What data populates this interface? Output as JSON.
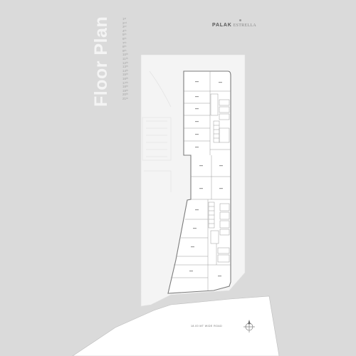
{
  "title": "Floor Plan",
  "floors": [
    "1ˢᵗ",
    "2ⁿᵈ",
    "3ʳᵈ",
    "4ᵗʰ",
    "5ᵗʰ",
    "6ᵗʰ",
    "7ᵗʰ",
    "8ᵗʰ",
    "9ᵗʰ",
    "10ᵗʰ",
    "11ᵗʰ",
    "12ᵗʰ",
    "13ᵗʰ",
    "14ᵗʰ",
    "15ᵗʰ",
    "16ᵗʰ",
    "17ᵗʰ",
    "18ᵗʰ",
    "19ᵗʰ",
    "20ᵗʰ",
    "21ˢᵗ"
  ],
  "brand": {
    "name": "PALAK",
    "sub": "ESTRELLA"
  },
  "road_label": "18.00 MT WIDE ROAD",
  "icons": {
    "compass": "compass-icon",
    "logo_mark": "logo-dot-icon"
  },
  "colors": {
    "background": "#dadada",
    "site": "#f4f4f4",
    "building": "#ffffff",
    "walls": "#8a8a8a",
    "title": "#f4f4f4"
  }
}
